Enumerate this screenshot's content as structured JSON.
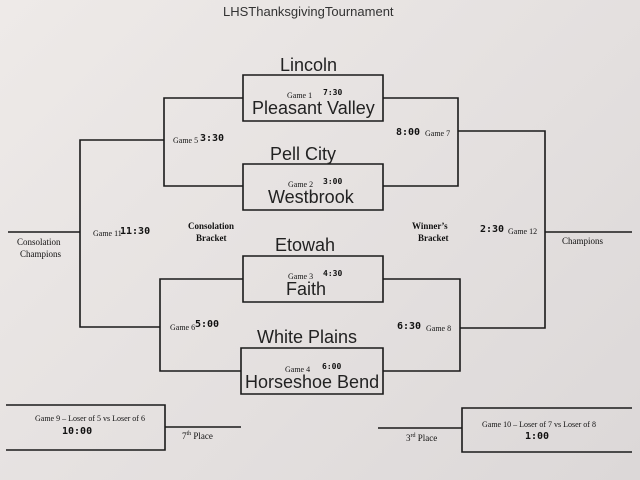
{
  "title": "LHSThanksgivingTournament",
  "teams": {
    "t1": "Lincoln",
    "t2": "Pleasant Valley",
    "t3": "Pell City",
    "t4": "Westbrook",
    "t5": "Etowah",
    "t6": "Faith",
    "t7": "White Plains",
    "t8": "Horseshoe Bend"
  },
  "games": {
    "g1": "Game 1",
    "g1_time": "7:30",
    "g2": "Game 2",
    "g2_time": "3:00",
    "g3": "Game 3",
    "g3_time": "4:30",
    "g4": "Game 4",
    "g4_time": "6:00",
    "g5": "Game 5",
    "g5_time": "3:30",
    "g6": "Game 6",
    "g6_time": "5:00",
    "g7": "Game 7",
    "g7_time": "8:00",
    "g8": "Game 8",
    "g8_time": "6:30",
    "g11": "Game 11",
    "g11_time": "11:30",
    "g12": "Game 12",
    "g12_time": "2:30",
    "g9": "Game 9 – Loser of 5 vs Loser of 6",
    "g9_time": "10:00",
    "g10": "Game 10 – Loser of 7 vs Loser of 8",
    "g10_time": "1:00"
  },
  "labels": {
    "consolation_bracket_1": "Consolation",
    "consolation_bracket_2": "Bracket",
    "winners_bracket_1": "Winner’s",
    "winners_bracket_2": "Bracket",
    "consolation_champions_1": "Consolation",
    "consolation_champions_2": "Champions",
    "champions": "Champions",
    "seventh_num": "7",
    "seventh_sup": "th",
    "seventh_word": "Place",
    "third_num": "3",
    "third_sup": "rd",
    "third_word": "Place"
  }
}
